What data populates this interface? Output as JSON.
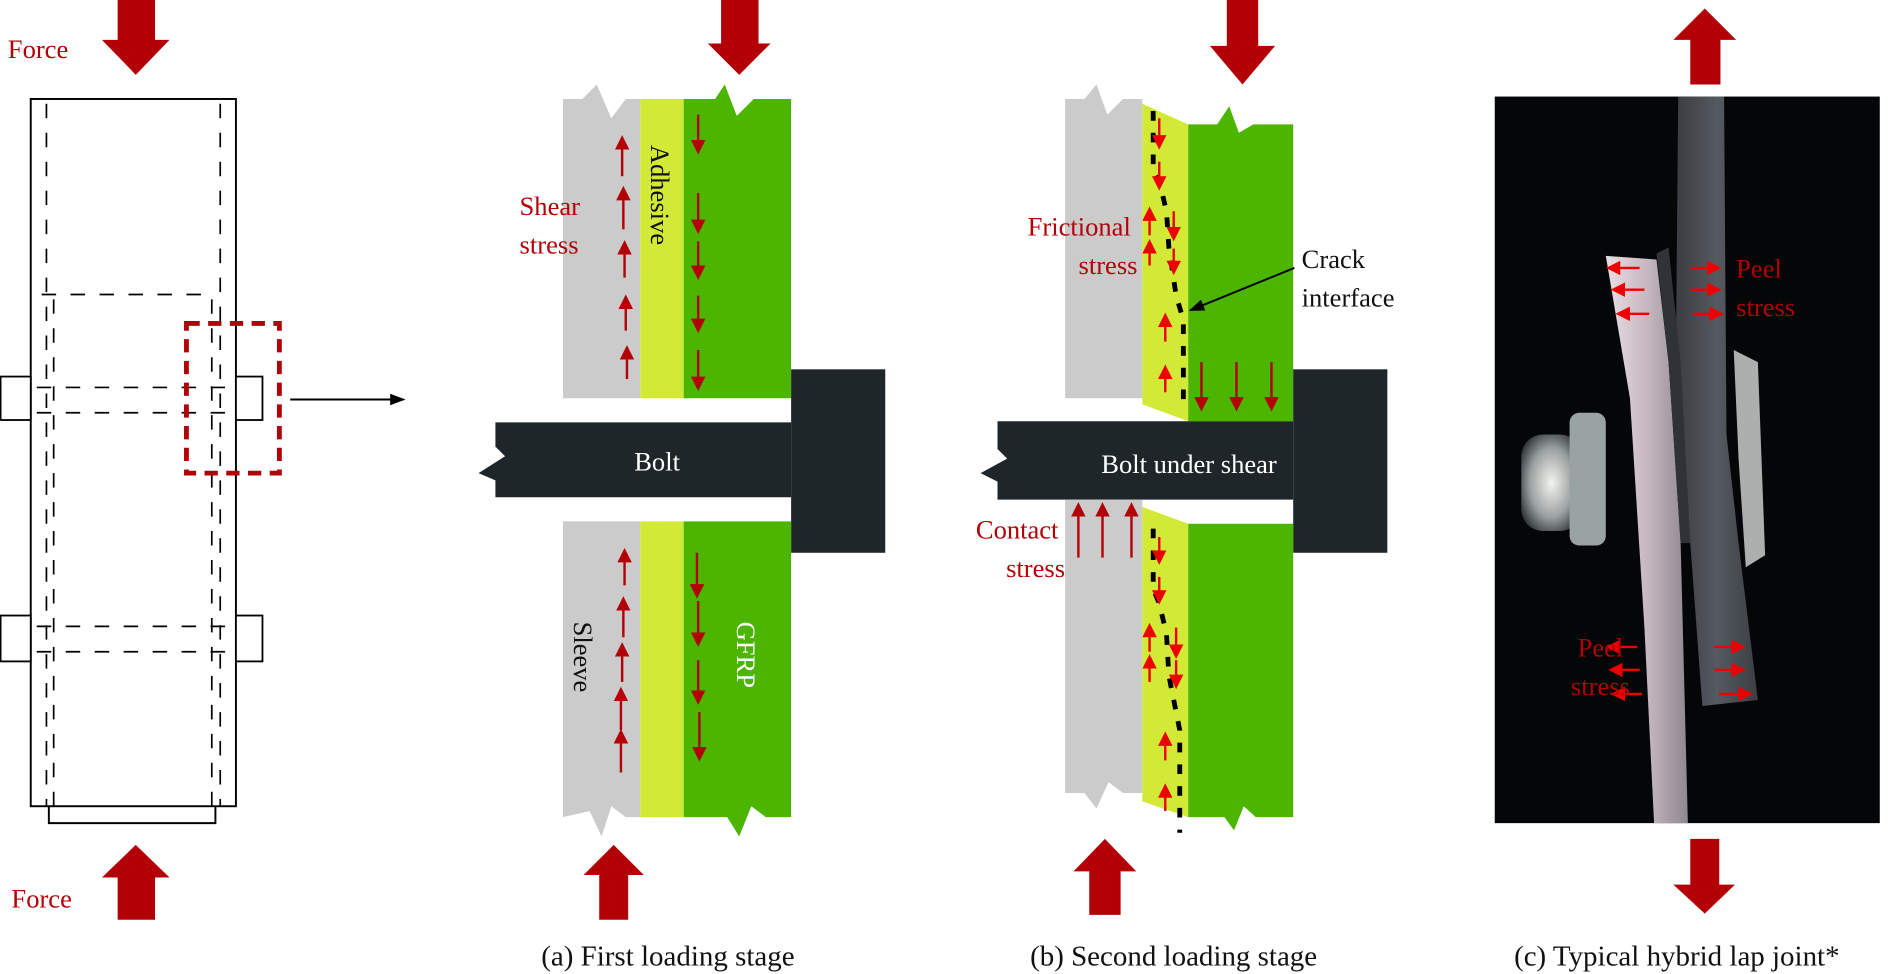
{
  "colors": {
    "force_red": "#b30006",
    "stress_red": "#e00000",
    "sleeve_gray": "#cbcbcb",
    "adhesive_yellow": "#d2ea36",
    "gfrp_green": "#4cb500",
    "bolt_dark": "#1e2629",
    "photo_bg": "#050607"
  },
  "schematic": {
    "force_top_label": "Force",
    "force_bottom_label": "Force"
  },
  "panel_a": {
    "caption": "(a) First loading stage",
    "shear_label_line1": "Shear",
    "shear_label_line2": "stress",
    "adhesive_label": "Adhesive",
    "bolt_label": "Bolt",
    "sleeve_label": "Sleeve",
    "gfrp_label": "GFRP"
  },
  "panel_b": {
    "caption": "(b) Second loading stage",
    "frictional_label_line1": "Frictional",
    "frictional_label_line2": "stress",
    "crack_label_line1": "Crack",
    "crack_label_line2": "interface",
    "bolt_label": "Bolt under shear",
    "contact_label_line1": "Contact",
    "contact_label_line2": "stress"
  },
  "panel_c": {
    "caption": "(c) Typical hybrid lap joint*",
    "peel_top_line1": "Peel",
    "peel_top_line2": "stress",
    "peel_bottom_line1": "Peel",
    "peel_bottom_line2": "stress"
  }
}
